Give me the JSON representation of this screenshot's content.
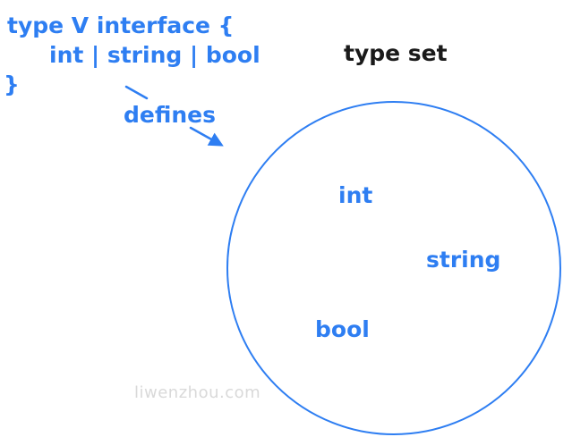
{
  "diagram": {
    "code": {
      "lines": {
        "0": "type V interface {",
        "1": "int | string | bool",
        "2": "}"
      }
    },
    "title": "type set",
    "arrow_label": "defines",
    "set_members": {
      "0": "int",
      "1": "string",
      "2": "bool"
    },
    "watermark": "liwenzhou.com"
  },
  "colors": {
    "accent": "#2e7ef2",
    "title_text": "#1a1a1a",
    "watermark": "#d9d9d9",
    "background": "#ffffff"
  }
}
